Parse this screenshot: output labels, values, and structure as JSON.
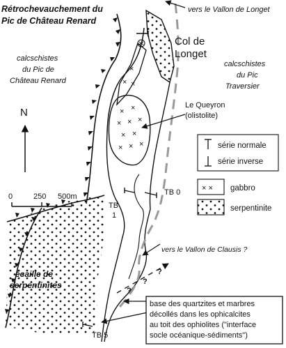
{
  "labels": {
    "retro_line1": "Rétrochevauchement du",
    "retro_line2": "Pic de Château Renard",
    "vallon_longet": "vers le Vallon de Longet",
    "col_line1": "Col de",
    "col_line2": "Longet",
    "calc_left_1": "calcschistes",
    "calc_left_2": "du Pic de",
    "calc_left_3": "Château Renard",
    "calc_right_1": "calcschistes",
    "calc_right_2": "du Pic",
    "calc_right_3": "Traversier",
    "queyron_1": "Le Queyron",
    "queyron_2": "(olistolite)",
    "north": "N",
    "scale_0": "0",
    "scale_250": "250",
    "scale_500": "500m",
    "tb0": "TB 0",
    "tb1_1": "TB",
    "tb1_2": "1",
    "tb5": "TB 5",
    "vallon_clausis": "vers le Vallon de Clausis ?",
    "ecaille_1": "écaille de",
    "ecaille_2": "serpentinites",
    "q1": "?",
    "q2": "?",
    "q3": "?",
    "note_1": "base des quartzites et marbres",
    "note_2": "décollés dans les ophicalcites",
    "note_3": "au toit des ophiolites (\"interface",
    "note_4": "socle océanique-sédiments\")"
  },
  "legend": {
    "serie_normale": "série normale",
    "serie_inverse": "série inverse",
    "gabbro": "gabbro",
    "serpentinite": "serpentinite"
  }
}
